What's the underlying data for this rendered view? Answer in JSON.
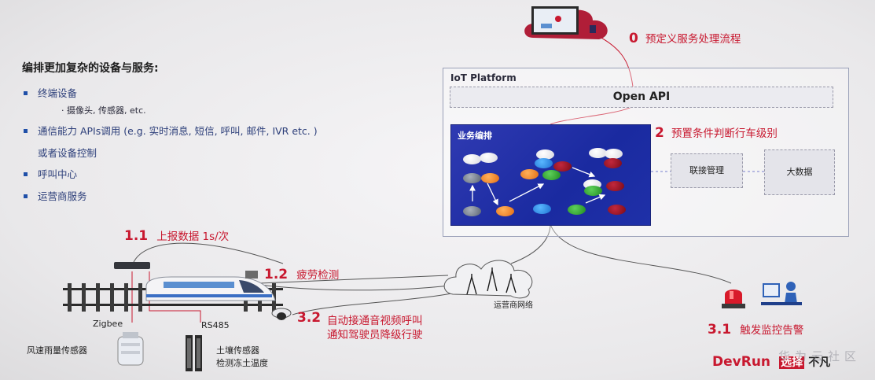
{
  "slide": {
    "heading": "编排更加复杂的设备与服务:",
    "bullets": [
      {
        "text": "终端设备"
      },
      {
        "text": "通信能力 APIs调用 (e.g. 实时消息, 短信, 呼叫, 邮件,   IVR etc. )"
      },
      {
        "text": "呼叫中心"
      },
      {
        "text": "运营商服务"
      }
    ],
    "sub_bullet": "摄像头, 传感器, etc.",
    "continuation": "或者设备控制"
  },
  "steps": {
    "s0": {
      "num": "0",
      "label": "预定义服务处理流程"
    },
    "s11": {
      "num": "1.1",
      "label": "上报数据 1s/次"
    },
    "s12": {
      "num": "1.2",
      "label": "疲劳检测"
    },
    "s2": {
      "num": "2",
      "label": "预置条件判断行车级别"
    },
    "s31": {
      "num": "3.1",
      "label": "触发监控告警"
    },
    "s32": {
      "num": "3.2",
      "label_line1": "自动接通音视频呼叫",
      "label_line2": "通知驾驶员降级行驶"
    }
  },
  "platform": {
    "title": "IoT Platform",
    "open_api": "Open API",
    "biz_title": "业务编排",
    "conn_mgmt": "联接管理",
    "big_data": "大数据"
  },
  "field": {
    "zigbee": "Zigbee",
    "rs485": "RS485",
    "wind_sensor": "风速雨量传感器",
    "soil_sensor_line1": "土壤传感器",
    "soil_sensor_line2": "检测冻土温度",
    "carrier_network": "运营商网络"
  },
  "brand": {
    "devrun": "DevRun",
    "choice": "选择",
    "rest": "不凡",
    "watermark": "华为云社区"
  },
  "colors": {
    "accent_red": "#c8182f",
    "bullet_blue": "#1f4fa8",
    "biz_blue": "#1f30a8"
  }
}
